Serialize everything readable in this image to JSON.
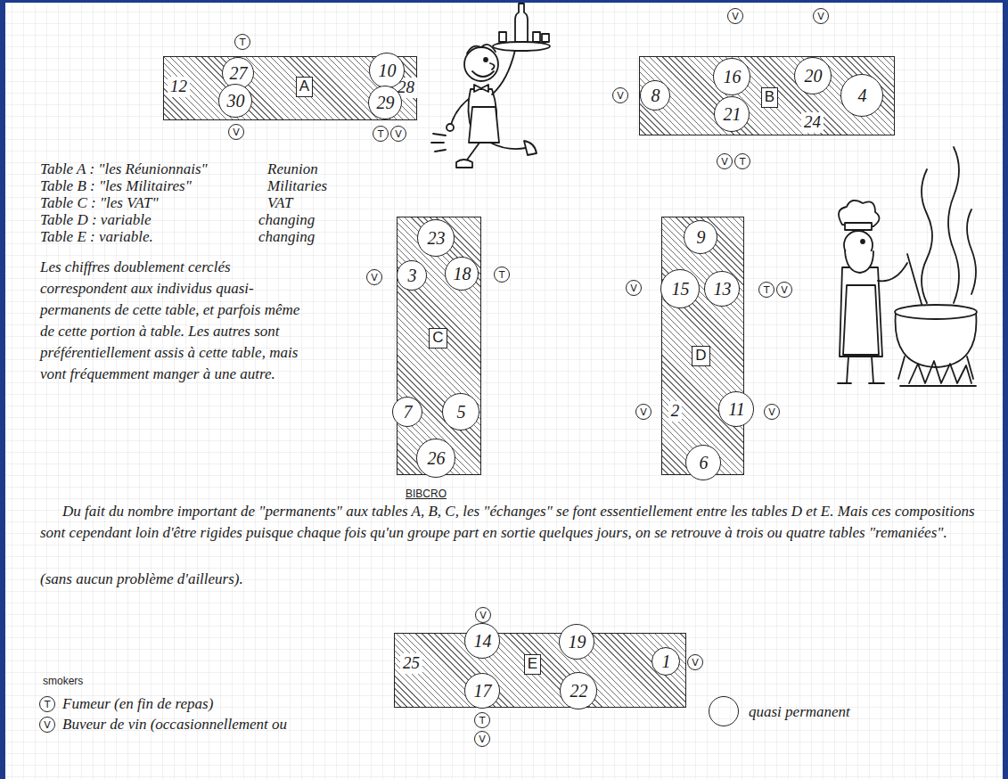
{
  "diagram": {
    "nodes": [
      {
        "text": [
          "A",
          "12",
          "28"
        ]
      },
      {
        "text": [
          "27"
        ],
        "in": 0
      },
      {
        "text": [
          "10"
        ],
        "in": 0
      },
      {
        "text": [
          "30"
        ],
        "in": 0
      },
      {
        "text": [
          "29"
        ],
        "in": 0
      },
      {
        "text": [
          "T"
        ]
      },
      {
        "text": [
          "V"
        ]
      },
      {
        "text": [
          "T"
        ]
      },
      {
        "text": [
          "V"
        ]
      },
      {
        "text": [
          "B",
          "24"
        ]
      },
      {
        "text": [
          "16"
        ],
        "in": 9
      },
      {
        "text": [
          "20"
        ],
        "in": 9
      },
      {
        "text": [
          "21"
        ],
        "in": 9
      },
      {
        "text": [
          "4"
        ],
        "in": 9
      },
      {
        "text": [
          "8"
        ],
        "in": 9
      },
      {
        "text": [
          "V"
        ]
      },
      {
        "text": [
          "V"
        ]
      },
      {
        "text": [
          "V"
        ]
      },
      {
        "text": [
          "V"
        ]
      },
      {
        "text": [
          "T"
        ]
      },
      {
        "text": [
          "C"
        ]
      },
      {
        "text": [
          "23"
        ],
        "in": 20
      },
      {
        "text": [
          "3"
        ],
        "in": 20
      },
      {
        "text": [
          "18"
        ],
        "in": 20
      },
      {
        "text": [
          "7"
        ],
        "in": 20
      },
      {
        "text": [
          "5"
        ],
        "in": 20
      },
      {
        "text": [
          "26"
        ],
        "in": 20
      },
      {
        "text": [
          "V"
        ]
      },
      {
        "text": [
          "T"
        ]
      },
      {
        "text": [
          "D",
          "2"
        ]
      },
      {
        "text": [
          "9"
        ],
        "in": 29
      },
      {
        "text": [
          "15"
        ],
        "in": 29
      },
      {
        "text": [
          "13"
        ],
        "in": 29
      },
      {
        "text": [
          "11"
        ],
        "in": 29
      },
      {
        "text": [
          "6"
        ],
        "in": 29
      },
      {
        "text": [
          "V"
        ]
      },
      {
        "text": [
          "T"
        ]
      },
      {
        "text": [
          "V"
        ]
      },
      {
        "text": [
          "V"
        ]
      },
      {
        "text": [
          "V"
        ]
      },
      {
        "text": [
          "E",
          "25"
        ]
      },
      {
        "text": [
          "14"
        ],
        "in": 40
      },
      {
        "text": [
          "19"
        ],
        "in": 40
      },
      {
        "text": [
          "17"
        ],
        "in": 40
      },
      {
        "text": [
          "22"
        ],
        "in": 40
      },
      {
        "text": [
          "1"
        ],
        "in": 40
      },
      {
        "text": [
          "V"
        ]
      },
      {
        "text": [
          "V"
        ]
      },
      {
        "text": [
          "T"
        ]
      },
      {
        "text": [
          "V"
        ]
      }
    ],
    "labels": [
      "Table A : \"les Réunionnais\"",
      "Reunion",
      "Table B : \"les Militaires\"",
      "Militaries",
      "Table C : \"les VAT\"",
      "VAT",
      "Table D : variable",
      "changing",
      "Table E : variable.",
      "changing",
      "Les chiffres doublement cerclés correspondent aux individus quasi-permanents de cette table, et parfois même de cette portion à table. Les autres sont préférentiellement assis à cette table, mais vont fréquemment manger à une autre.",
      "BIBCRO",
      "Du fait du nombre important de \"permanents\" aux tables A, B, C, les \"échanges\" se font essentiellement entre les tables D et E. Mais ces compositions sont cependant loin d'être rigides puisque chaque fois qu'un groupe part en sortie quelques jours, on se retrouve à trois ou quatre tables \"remaniées\".",
      "(sans aucun problème d'ailleurs).",
      "smokers",
      "T",
      "V"
    ],
    "legend": [
      {
        "text": "Fumeur (en fin de repas)"
      },
      {
        "text": "Buveur de vin (occasionnellement ou"
      },
      {
        "text": "quasi permanent"
      }
    ]
  }
}
